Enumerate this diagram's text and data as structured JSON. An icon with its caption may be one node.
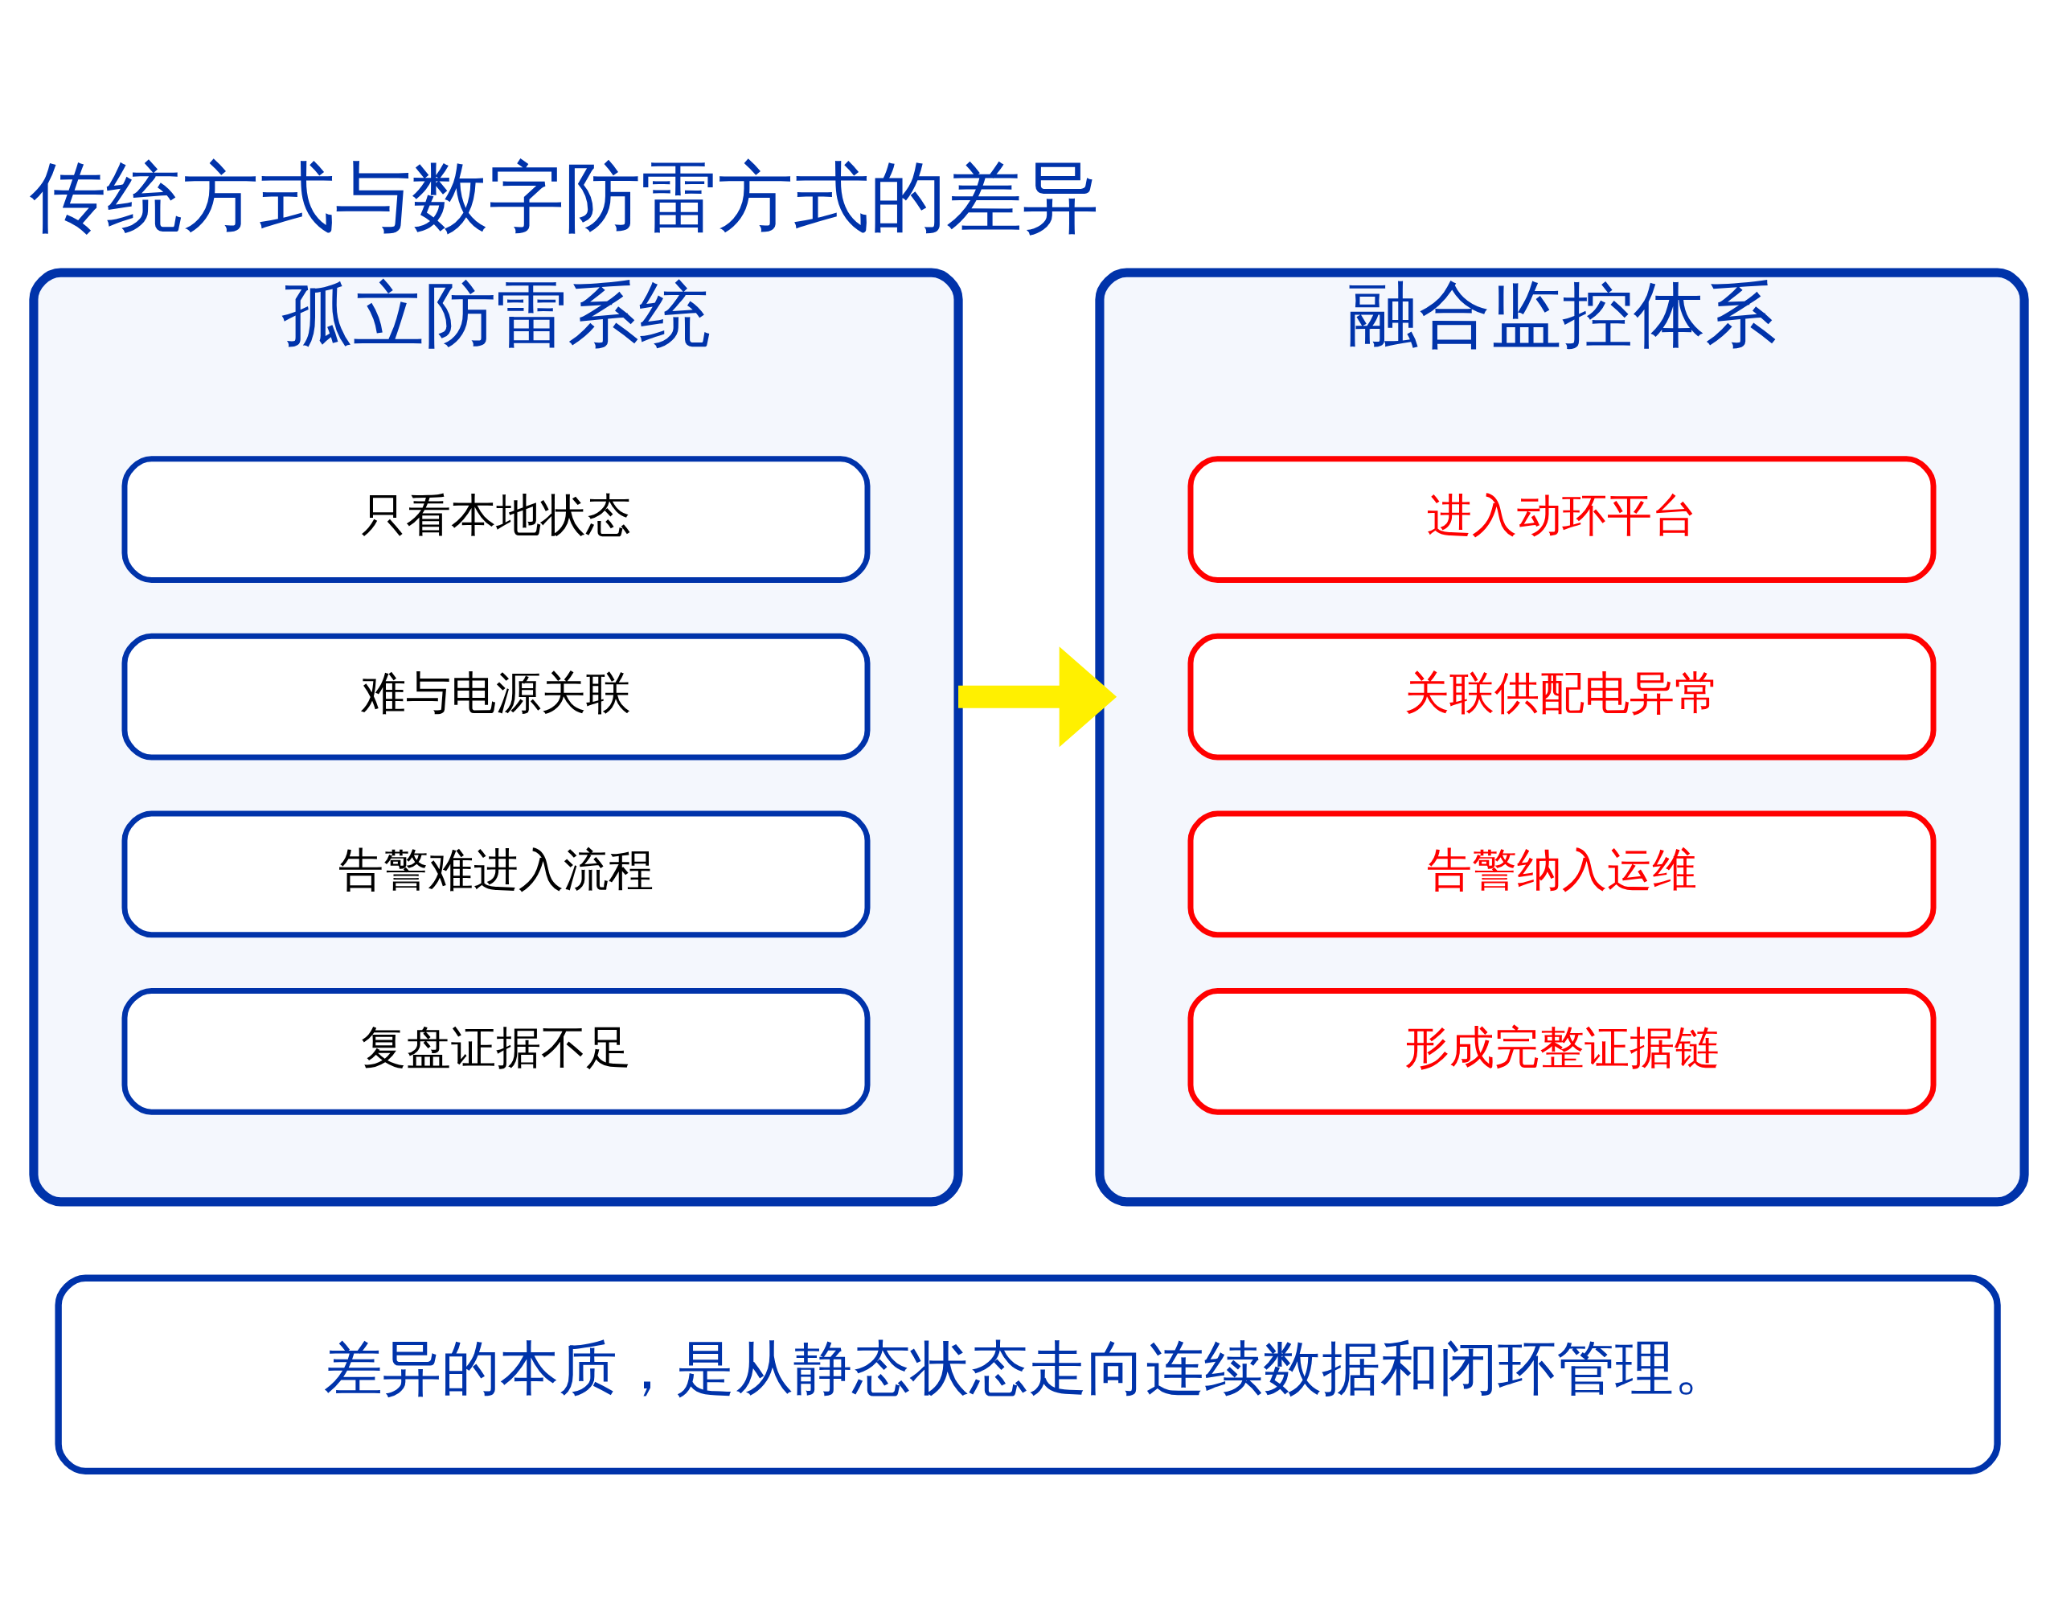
{
  "diagram": {
    "title": "传统方式与数字防雷方式的差异",
    "nodes": [
      {
        "text": [
          "孤立防雷系统"
        ]
      },
      {
        "text": [
          "只看本地状态"
        ],
        "in": 0
      },
      {
        "text": [
          "难与电源关联"
        ],
        "in": 0
      },
      {
        "text": [
          "告警难进入流程"
        ],
        "in": 0
      },
      {
        "text": [
          "复盘证据不足"
        ],
        "in": 0
      },
      {
        "text": [
          "融合监控体系"
        ]
      },
      {
        "text": [
          "进入动环平台"
        ],
        "in": 5
      },
      {
        "text": [
          "关联供配电异常"
        ],
        "in": 5
      },
      {
        "text": [
          "告警纳入运维"
        ],
        "in": 5
      },
      {
        "text": [
          "形成完整证据链"
        ],
        "in": 5
      },
      {
        "text": [
          "差异的本质，是从静态状态走向连续数据和闭环管理。"
        ]
      }
    ],
    "edges": [
      {
        "from": 0,
        "to": 5,
        "arrow": "to",
        "color": "#fff000"
      }
    ]
  }
}
